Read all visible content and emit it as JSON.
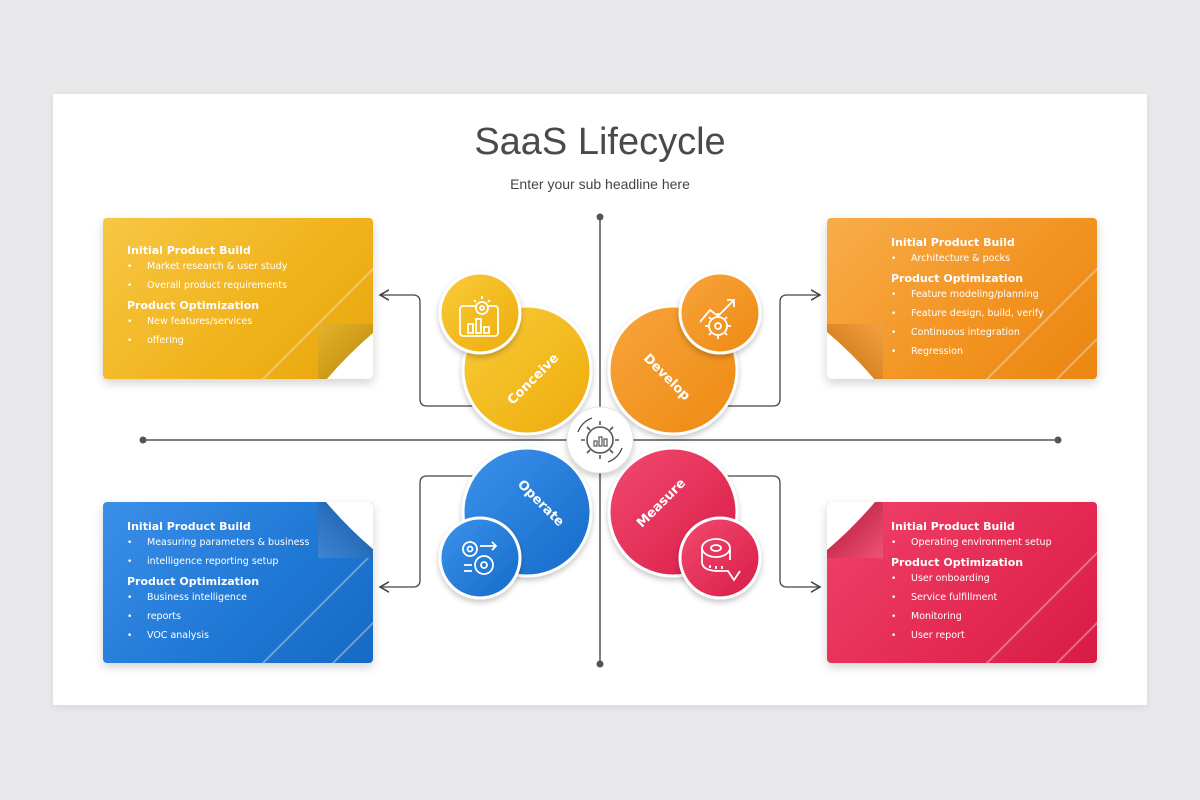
{
  "title": "SaaS Lifecycle",
  "subtitle": "Enter your sub headline here",
  "stages": {
    "conceive": {
      "label": "Conceive",
      "color": "#f3b81c",
      "icon": "analytics-icon"
    },
    "develop": {
      "label": "Develop",
      "color": "#f2951a",
      "icon": "gear-growth-icon"
    },
    "operate": {
      "label": "Operate",
      "color": "#1e78d6",
      "icon": "process-gears-icon"
    },
    "measure": {
      "label": "Measure",
      "color": "#e8284e",
      "icon": "measuring-tape-icon"
    }
  },
  "center_icon": "gear-chart-icon",
  "cards": {
    "top_left": {
      "sections": [
        {
          "heading": "Initial Product Build",
          "items": [
            "Market research & user study",
            "Overall product requirements"
          ]
        },
        {
          "heading": "Product Optimization",
          "items": [
            "New features/services",
            "offering"
          ]
        }
      ]
    },
    "top_right": {
      "sections": [
        {
          "heading": "Initial Product Build",
          "items": [
            "Architecture & pocks"
          ]
        },
        {
          "heading": "Product Optimization",
          "items": [
            "Feature modeling/planning",
            "Feature design, build, verify",
            "Continuous integration",
            "Regression"
          ]
        }
      ]
    },
    "bottom_left": {
      "sections": [
        {
          "heading": "Initial Product Build",
          "items": [
            "Measuring parameters & business",
            "intelligence reporting setup"
          ]
        },
        {
          "heading": "Product Optimization",
          "items": [
            "Business intelligence",
            "reports",
            "VOC analysis"
          ]
        }
      ]
    },
    "bottom_right": {
      "sections": [
        {
          "heading": "Initial Product Build",
          "items": [
            "Operating environment setup"
          ]
        },
        {
          "heading": "Product Optimization",
          "items": [
            "User onboarding",
            "Service fulfillment",
            "Monitoring",
            "User report"
          ]
        }
      ]
    }
  }
}
